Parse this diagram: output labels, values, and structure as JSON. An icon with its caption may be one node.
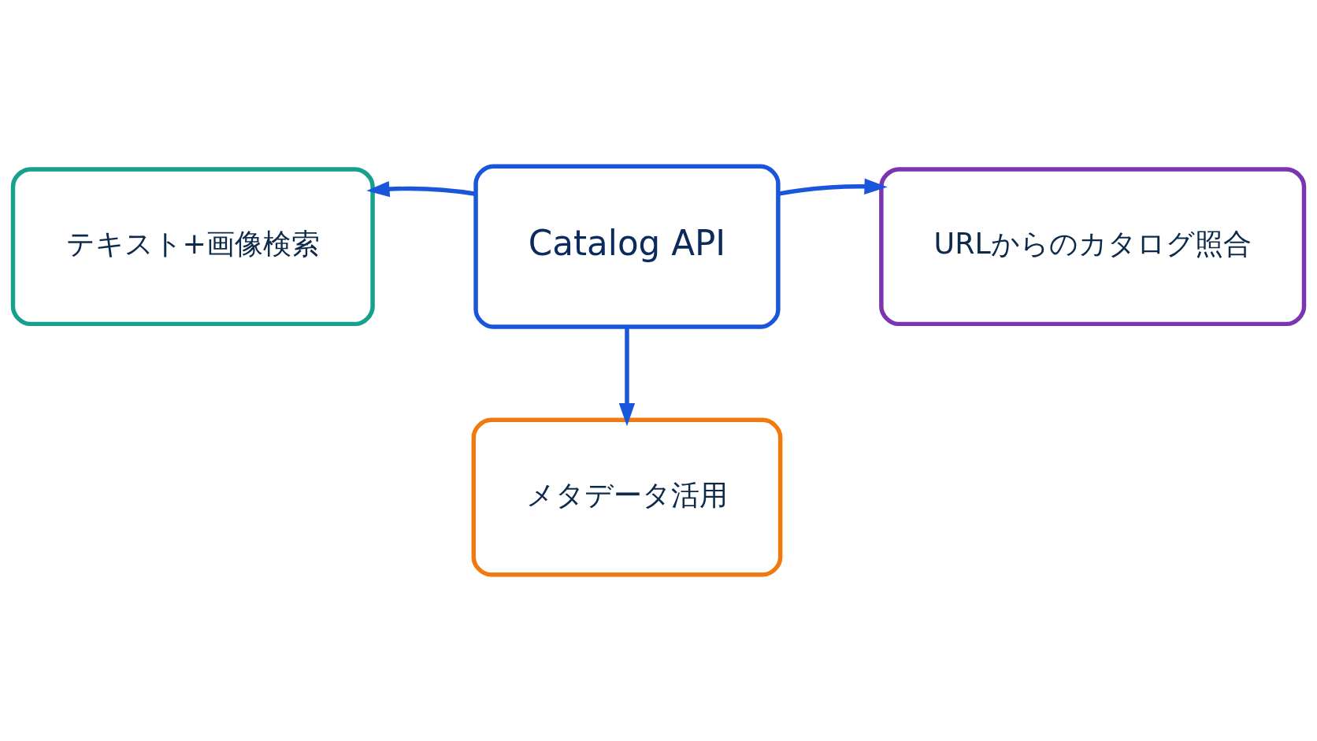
{
  "diagram": {
    "nodes": [
      {
        "text": [
          "Catalog API"
        ]
      },
      {
        "text": [
          "テキスト+画像検索"
        ]
      },
      {
        "text": [
          "URLからのカタログ照合"
        ]
      },
      {
        "text": [
          "メタデータ活用"
        ]
      }
    ],
    "edges": [
      {
        "from": 0,
        "to": 1,
        "arrow": "to"
      },
      {
        "from": 0,
        "to": 2,
        "arrow": "to"
      },
      {
        "from": 0,
        "to": 3,
        "arrow": "to"
      }
    ]
  }
}
